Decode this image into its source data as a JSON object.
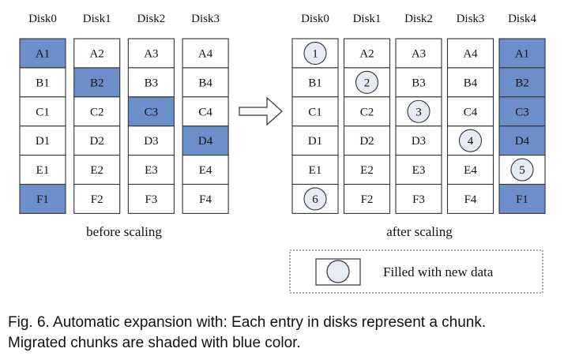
{
  "before": {
    "headers": [
      "Disk0",
      "Disk1",
      "Disk2",
      "Disk3"
    ],
    "columns": [
      [
        "A1",
        "B1",
        "C1",
        "D1",
        "E1",
        "F1"
      ],
      [
        "A2",
        "B2",
        "C2",
        "D2",
        "E2",
        "F2"
      ],
      [
        "A3",
        "B3",
        "C3",
        "D3",
        "E3",
        "F3"
      ],
      [
        "A4",
        "B4",
        "C4",
        "D4",
        "E4",
        "F4"
      ]
    ],
    "shaded": [
      [
        0,
        0
      ],
      [
        0,
        5
      ],
      [
        1,
        1
      ],
      [
        2,
        2
      ],
      [
        3,
        3
      ]
    ],
    "label": "before scaling"
  },
  "after": {
    "headers": [
      "Disk0",
      "Disk1",
      "Disk2",
      "Disk3",
      "Disk4"
    ],
    "columns": [
      [
        "1",
        "B1",
        "C1",
        "D1",
        "E1",
        "6"
      ],
      [
        "A2",
        "2",
        "C2",
        "D2",
        "E2",
        "F2"
      ],
      [
        "A3",
        "B3",
        "3",
        "D3",
        "E3",
        "F3"
      ],
      [
        "A4",
        "B4",
        "C4",
        "4",
        "E4",
        "F4"
      ],
      [
        "A1",
        "B2",
        "C3",
        "D4",
        "5",
        "F1"
      ]
    ],
    "new_data": [
      [
        0,
        0
      ],
      [
        1,
        1
      ],
      [
        2,
        2
      ],
      [
        3,
        3
      ],
      [
        4,
        4
      ],
      [
        0,
        5
      ]
    ],
    "shaded": [
      [
        4,
        0
      ],
      [
        4,
        1
      ],
      [
        4,
        2
      ],
      [
        4,
        3
      ],
      [
        4,
        5
      ]
    ],
    "label": "after scaling"
  },
  "legend": {
    "text": "Filled with new data",
    "icon": "circle-icon"
  },
  "caption": {
    "line1": "Fig. 6. Automatic expansion with: Each entry in disks represent a chunk.",
    "line2": "Migrated chunks are shaded with blue color."
  },
  "colors": {
    "shaded": "#6b8fc9",
    "circle_fill": "#e6ebf4",
    "stroke": "#333333",
    "text": "#111111"
  }
}
